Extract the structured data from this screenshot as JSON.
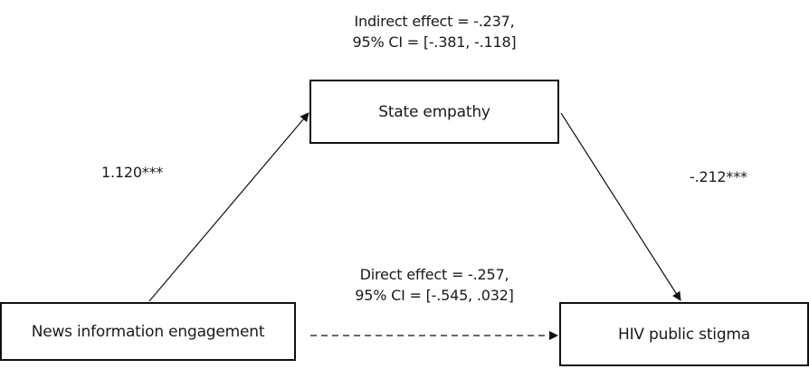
{
  "diagram": {
    "nodes": {
      "mediator": "State empathy",
      "predictor": "News information engagement",
      "outcome": "HIV public stigma"
    },
    "paths": {
      "a_coefficient": "1.120***",
      "b_coefficient": "-.212***"
    },
    "indirect_effect": {
      "line1": "Indirect effect = -.237,",
      "line2": "95% CI = [-.381, -.118]"
    },
    "direct_effect": {
      "line1": "Direct effect = -.257,",
      "line2": "95% CI = [-.545, .032]"
    },
    "colors": {
      "line": "#111111",
      "text": "#1a1a1a",
      "background": "#ffffff"
    }
  }
}
